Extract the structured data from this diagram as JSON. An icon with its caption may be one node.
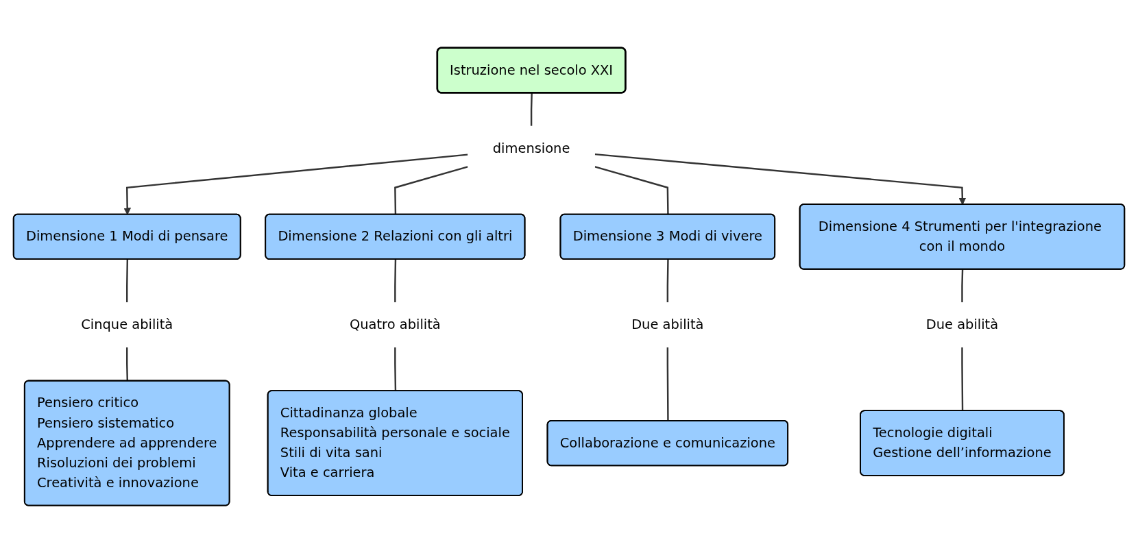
{
  "diagram": {
    "nodes": [
      {
        "text": [
          "Istruzione nel secolo XXI"
        ]
      },
      {
        "text": [
          "dimensione"
        ]
      },
      {
        "text": [
          "Dimensione 1 Modi di pensare"
        ]
      },
      {
        "text": [
          "Dimensione 2 Relazioni con gli altri"
        ]
      },
      {
        "text": [
          "Dimensione 3 Modi di vivere"
        ]
      },
      {
        "text": [
          "Dimensione 4 Strumenti per l'integrazione con il mondo"
        ]
      },
      {
        "text": [
          "Cinque abilità"
        ]
      },
      {
        "text": [
          "Quatro abilità"
        ]
      },
      {
        "text": [
          "Due abilità"
        ]
      },
      {
        "text": [
          "Due abilità"
        ]
      },
      {
        "text": [
          "Pensiero critico",
          "Pensiero sistematico",
          "Apprendere ad apprendere",
          "Risoluzioni dei problemi",
          "Creatività e innovazione"
        ]
      },
      {
        "text": [
          "Cittadinanza globale",
          "Responsabilità personale e sociale",
          "Stili di vita sani",
          "Vita e carriera"
        ]
      },
      {
        "text": [
          "Collaborazione e comunicazione"
        ]
      },
      {
        "text": [
          "Tecnologie digitali",
          "Gestione dell’informazione"
        ]
      }
    ],
    "edges": [
      {
        "from": 0,
        "to": 1,
        "arrow": "none"
      },
      {
        "from": 1,
        "to": 2,
        "arrow": "to"
      },
      {
        "from": 1,
        "to": 3,
        "arrow": "none"
      },
      {
        "from": 1,
        "to": 4,
        "arrow": "none"
      },
      {
        "from": 1,
        "to": 5,
        "arrow": "to"
      },
      {
        "from": 2,
        "to": 6,
        "arrow": "none"
      },
      {
        "from": 6,
        "to": 10,
        "arrow": "none"
      },
      {
        "from": 3,
        "to": 7,
        "arrow": "none"
      },
      {
        "from": 7,
        "to": 11,
        "arrow": "none"
      },
      {
        "from": 4,
        "to": 8,
        "arrow": "none"
      },
      {
        "from": 8,
        "to": 12,
        "arrow": "none"
      },
      {
        "from": 5,
        "to": 9,
        "arrow": "none"
      },
      {
        "from": 9,
        "to": 13,
        "arrow": "none"
      }
    ]
  }
}
